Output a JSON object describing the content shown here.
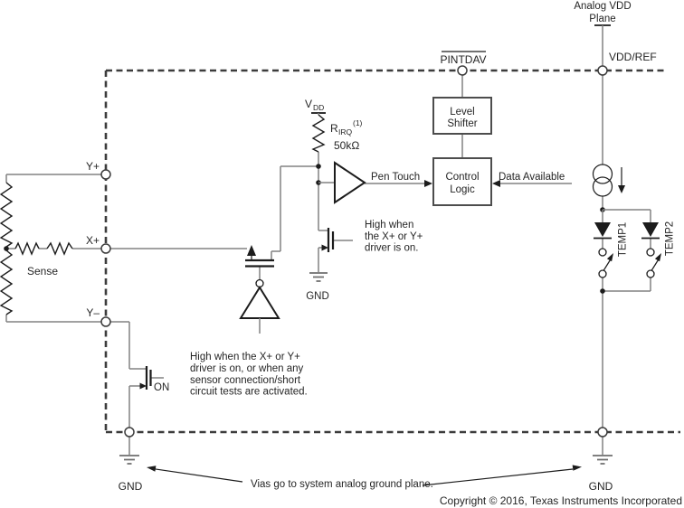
{
  "diagram": {
    "colors": {
      "wire": "#828282",
      "symbol": "#1c1c1c",
      "dashed_border": "#3c3c3c",
      "box_border": "#4d4d4d",
      "text": "#252525",
      "ground": "#6e6e6e",
      "background": "#ffffff"
    },
    "labels": {
      "y_plus": "Y+",
      "x_plus": "X+",
      "y_minus": "Y–",
      "sense": "Sense",
      "pintdav": "PINTDAV",
      "vdd_ref": "VDD/REF",
      "analog_vdd_line1": "Analog VDD",
      "analog_vdd_line2": "Plane",
      "vdd_v": "V",
      "vdd_sub": "DD",
      "r_name": "R",
      "r_sub": "IRQ",
      "r_sup": "(1)",
      "r_value": "50kΩ",
      "pen_touch": "Pen Touch",
      "data_available": "Data Available",
      "level_shifter_line1": "Level",
      "level_shifter_line2": "Shifter",
      "control_logic_line1": "Control",
      "control_logic_line2": "Logic",
      "on": "ON",
      "gnd": "GND",
      "temp1": "TEMP1",
      "temp2": "TEMP2"
    },
    "notes": {
      "pulldown_gate": [
        "High when",
        "the X+ or Y+",
        "driver is on."
      ],
      "series_gate": [
        "High when the X+ or Y+",
        "driver is on, or when any",
        "sensor connection/short",
        "circuit tests are activated."
      ],
      "vias": "Vias go to system analog ground plane."
    },
    "footer": {
      "copyright": "Copyright © 2016, Texas Instruments Incorporated"
    }
  }
}
